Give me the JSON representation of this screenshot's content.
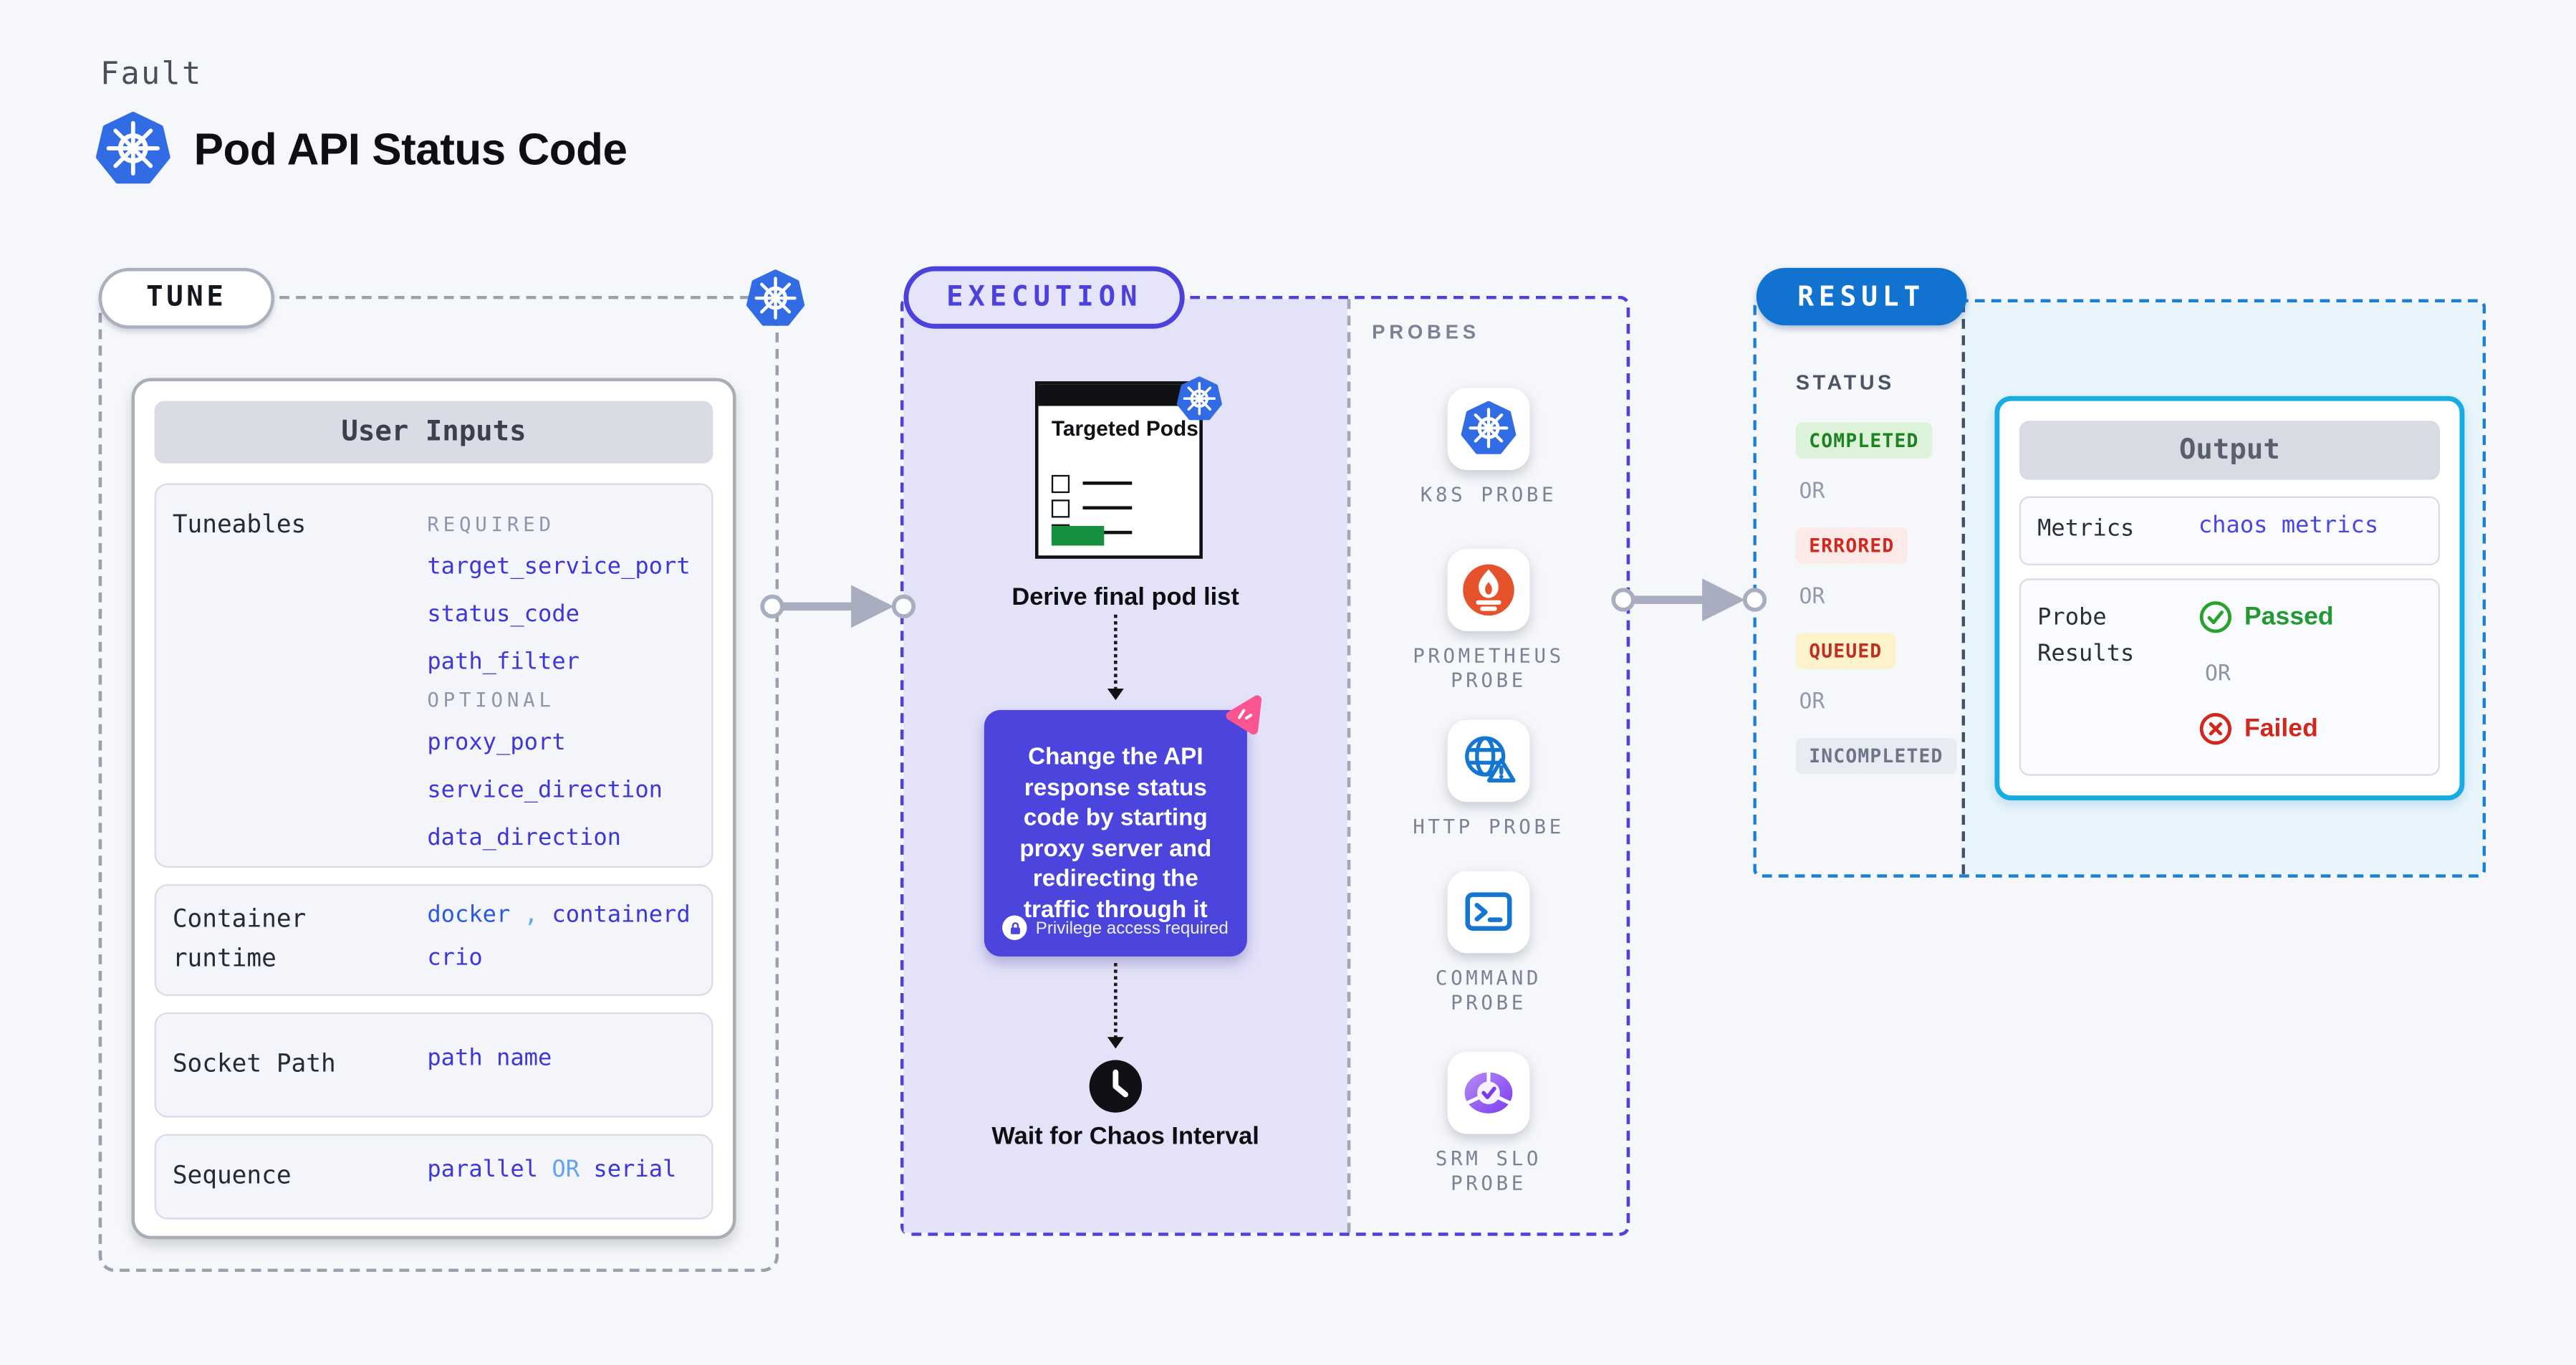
{
  "header": {
    "eyebrow": "Fault",
    "title": "Pod API Status Code"
  },
  "tune": {
    "label": "TUNE",
    "user_inputs": {
      "header": "User Inputs",
      "tuneables": {
        "label": "Tuneables",
        "required_label": "REQUIRED",
        "required": [
          "target_service_port",
          "status_code",
          "path_filter"
        ],
        "optional_label": "OPTIONAL",
        "optional": [
          "proxy_port",
          "service_direction",
          "data_direction"
        ]
      },
      "container_runtime": {
        "label": "Container runtime",
        "values": [
          "docker",
          "containerd",
          "crio"
        ],
        "separator": ","
      },
      "socket_path": {
        "label": "Socket Path",
        "value": "path name"
      },
      "sequence": {
        "label": "Sequence",
        "options": [
          "parallel",
          "serial"
        ],
        "or": "OR"
      }
    }
  },
  "execution": {
    "label": "EXECUTION",
    "derive_step": {
      "illustration_title": "Targeted Pods",
      "caption": "Derive final pod list"
    },
    "fault_step": {
      "description": "Change the API response status code by starting proxy server and redirecting the traffic through it",
      "privilege_note": "Privilege access required"
    },
    "wait_step": {
      "caption": "Wait for Chaos Interval"
    }
  },
  "probes": {
    "label": "PROBES",
    "items": [
      {
        "name": "K8S PROBE",
        "icon": "kubernetes-icon"
      },
      {
        "name": "PROMETHEUS PROBE",
        "icon": "prometheus-icon"
      },
      {
        "name": "HTTP PROBE",
        "icon": "globe-warning-icon"
      },
      {
        "name": "COMMAND PROBE",
        "icon": "terminal-icon"
      },
      {
        "name": "SRM SLO PROBE",
        "icon": "slo-pie-check-icon"
      }
    ]
  },
  "result": {
    "label": "RESULT",
    "status": {
      "label": "STATUS",
      "or": "OR",
      "badges": [
        {
          "text": "COMPLETED",
          "bg": "#dcf3da",
          "color": "#1d8222"
        },
        {
          "text": "ERRORED",
          "bg": "#fceae8",
          "color": "#d3281e"
        },
        {
          "text": "QUEUED",
          "bg": "#fcf3cd",
          "color": "#c1301c"
        },
        {
          "text": "INCOMPLETED",
          "bg": "#e9ebf2",
          "color": "#6f7588"
        }
      ]
    },
    "output": {
      "header": "Output",
      "metrics": {
        "label": "Metrics",
        "value": "chaos metrics"
      },
      "probe_results": {
        "label": "Probe Results",
        "passed": "Passed",
        "or": "OR",
        "failed": "Failed"
      }
    }
  },
  "colors": {
    "page_bg": "#f6f7fa",
    "indigo_accent": "#4c41dc",
    "code_indigo": "#3d37da",
    "code_blue": "#2c59e2",
    "code_light_blue": "#63a1f2",
    "result_blue": "#1173cf",
    "output_border_cyan": "#17ace2",
    "fault_card_purple": "#4b44dd",
    "kubernetes_blue": "#326ce5",
    "prometheus_orange": "#e6522c",
    "litmus_pink": "#fb5591",
    "passed_green": "#229a32",
    "failed_red": "#d2271c",
    "pods_green_bar": "#15913f"
  }
}
